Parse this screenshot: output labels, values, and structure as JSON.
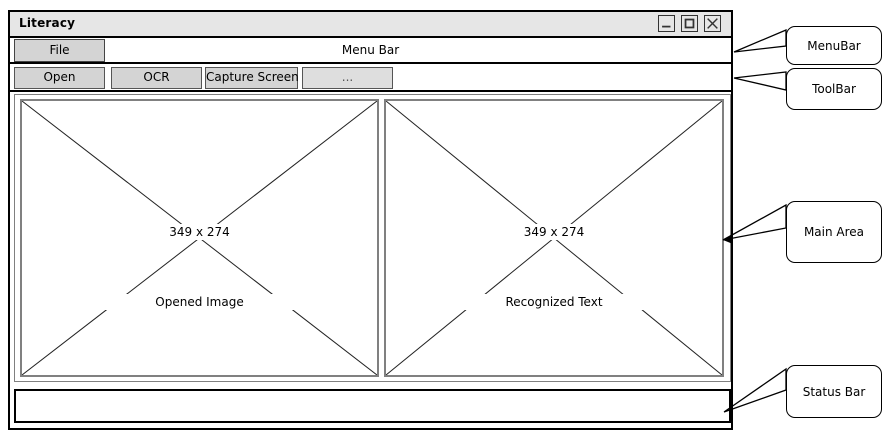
{
  "window": {
    "title": "Literacy",
    "controls": [
      {
        "name": "minimize-button",
        "glyph": "_"
      },
      {
        "name": "maximize-button",
        "glyph": "□"
      },
      {
        "name": "close-button",
        "glyph": "✕"
      }
    ]
  },
  "menu_bar": {
    "caption": "Menu Bar",
    "items": [
      {
        "label": "File"
      }
    ]
  },
  "tool_bar": {
    "buttons": [
      {
        "label": "Open"
      },
      {
        "label": "OCR"
      },
      {
        "label": "Capture Screen"
      },
      {
        "label": "..."
      }
    ]
  },
  "main_area": {
    "panels": [
      {
        "dimensions": "349 x 274",
        "caption": "Opened Image"
      },
      {
        "dimensions": "349 x 274",
        "caption": "Recognized Text"
      }
    ]
  },
  "status_bar": {
    "text": ""
  },
  "annotations": [
    {
      "label": "MenuBar"
    },
    {
      "label": "ToolBar"
    },
    {
      "label": "Main Area"
    },
    {
      "label": "Status Bar"
    }
  ],
  "colors": {
    "titlebar_fill": "#e6e6e6",
    "button_fill": "#d4d4d4",
    "placeholder_border": "#808080",
    "frame_stroke": "#000000"
  }
}
